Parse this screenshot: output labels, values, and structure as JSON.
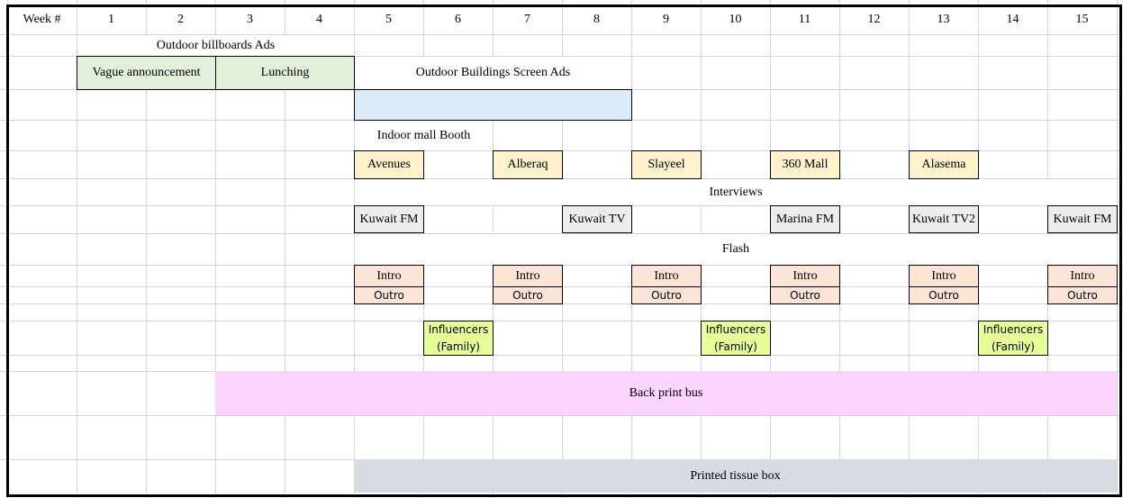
{
  "sheet": {
    "header_label": "Week #",
    "weeks": [
      "1",
      "2",
      "3",
      "4",
      "5",
      "6",
      "7",
      "8",
      "9",
      "10",
      "11",
      "12",
      "13",
      "14",
      "15"
    ]
  },
  "colors": {
    "outdoor_billboards": "#e2efda",
    "outdoor_buildings": "#ddebf7",
    "indoor_mall": "#fff2cc",
    "interviews": "#ededed",
    "flash": "#fce4d6",
    "influencers": "#e6ff99",
    "back_print_bus": "#f9d5fd",
    "tissue_box": "#d6dce4"
  },
  "sections": {
    "outdoor_billboards": {
      "title": "Outdoor billboards Ads",
      "items": [
        {
          "label": "Vague announcement",
          "weeks": "1-2"
        },
        {
          "label": "Lunching",
          "weeks": "3-4"
        }
      ]
    },
    "outdoor_buildings": {
      "title": "Outdoor Buildings Screen Ads",
      "bar_weeks": "5-8"
    },
    "indoor_mall": {
      "title": "Indoor mall Booth",
      "items": [
        {
          "label": "Avenues",
          "week": "5"
        },
        {
          "label": "Alberaq",
          "week": "7"
        },
        {
          "label": "Slayeel",
          "week": "9"
        },
        {
          "label": "360 Mall",
          "week": "11"
        },
        {
          "label": "Alasema",
          "week": "13"
        }
      ]
    },
    "interviews": {
      "title": "Interviews",
      "items": [
        {
          "label": "Kuwait FM",
          "week": "5"
        },
        {
          "label": "Kuwait TV",
          "week": "8"
        },
        {
          "label": "Marina FM",
          "week": "11"
        },
        {
          "label": "Kuwait TV2",
          "week": "13"
        },
        {
          "label": "Kuwait FM",
          "week": "15"
        }
      ]
    },
    "flash": {
      "title": "Flash",
      "intro_label": "Intro",
      "outro_label": "Outro",
      "weeks": [
        "5",
        "7",
        "9",
        "11",
        "13",
        "15"
      ]
    },
    "influencers": {
      "line1": "Influencers",
      "line2": "(Family)",
      "weeks": [
        "6",
        "10",
        "14"
      ]
    },
    "back_print_bus": {
      "title": "Back print bus",
      "weeks": "3-15"
    },
    "tissue_box": {
      "title": "Printed tissue box",
      "weeks": "5-15"
    }
  }
}
